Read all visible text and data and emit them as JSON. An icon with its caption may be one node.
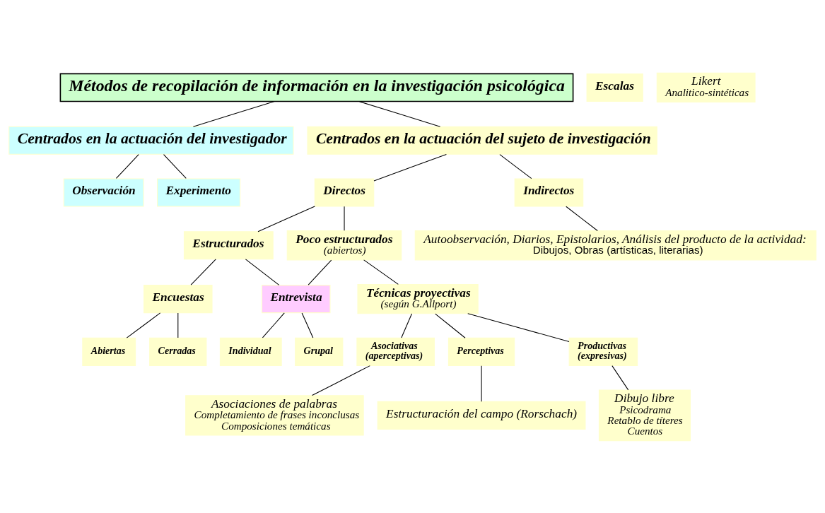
{
  "diagram": {
    "nodes": [
      {
        "text": [
          "Métodos de recopilación de información en la investigación psicológica"
        ]
      },
      {
        "text": [
          "Centrados en la actuación del investigador"
        ]
      },
      {
        "text": [
          "Centrados en la actuación del sujeto de investigación"
        ]
      },
      {
        "text": [
          "Observación"
        ]
      },
      {
        "text": [
          "Experimento"
        ]
      },
      {
        "text": [
          "Directos"
        ]
      },
      {
        "text": [
          "Indirectos"
        ]
      },
      {
        "text": [
          "Estructurados"
        ]
      },
      {
        "text": [
          "Poco estructurados",
          "(abiertos)"
        ]
      },
      {
        "text": [
          "Autoobservación, Diarios, Epistolarios, Análisis del producto de la actividad:",
          "Dibujos, Obras (artísticas, literarias)"
        ]
      },
      {
        "text": [
          "Encuestas"
        ]
      },
      {
        "text": [
          "Escalas"
        ]
      },
      {
        "text": [
          "Entrevista"
        ]
      },
      {
        "text": [
          "Técnicas proyectivas",
          "(según G.Allport)"
        ]
      },
      {
        "text": [
          "Abiertas"
        ]
      },
      {
        "text": [
          "Cerradas"
        ]
      },
      {
        "text": [
          "Likert",
          "Analitico-sintéticas"
        ]
      },
      {
        "text": [
          "Individual"
        ]
      },
      {
        "text": [
          "Grupal"
        ]
      },
      {
        "text": [
          "Asociativas",
          "(aperceptivas)"
        ]
      },
      {
        "text": [
          "Perceptivas"
        ]
      },
      {
        "text": [
          "Productivas",
          "(expresivas)"
        ]
      },
      {
        "text": [
          "Asociaciones de palabras",
          "Completamiento de frases inconclusas",
          "Composiciones temáticas"
        ]
      },
      {
        "text": [
          "Estructuración del campo (Rorschach)"
        ]
      },
      {
        "text": [
          "Dibujo libre",
          "Psicodrama",
          "Retablo de títeres",
          "Cuentos"
        ]
      }
    ],
    "edges": [
      {
        "from": 0,
        "to": 1,
        "arrow": "none"
      },
      {
        "from": 0,
        "to": 2,
        "arrow": "none"
      },
      {
        "from": 1,
        "to": 3,
        "arrow": "none"
      },
      {
        "from": 1,
        "to": 4,
        "arrow": "none"
      },
      {
        "from": 2,
        "to": 5,
        "arrow": "none"
      },
      {
        "from": 2,
        "to": 6,
        "arrow": "none"
      },
      {
        "from": 5,
        "to": 7,
        "arrow": "none"
      },
      {
        "from": 5,
        "to": 8,
        "arrow": "none"
      },
      {
        "from": 6,
        "to": 9,
        "arrow": "none"
      },
      {
        "from": 7,
        "to": 10,
        "arrow": "none"
      },
      {
        "from": 7,
        "to": 12,
        "arrow": "none"
      },
      {
        "from": 8,
        "to": 12,
        "arrow": "none"
      },
      {
        "from": 8,
        "to": 13,
        "arrow": "none"
      },
      {
        "from": 10,
        "to": 14,
        "arrow": "none"
      },
      {
        "from": 10,
        "to": 15,
        "arrow": "none"
      },
      {
        "from": 12,
        "to": 17,
        "arrow": "none"
      },
      {
        "from": 12,
        "to": 18,
        "arrow": "none"
      },
      {
        "from": 13,
        "to": 19,
        "arrow": "none"
      },
      {
        "from": 13,
        "to": 20,
        "arrow": "none"
      },
      {
        "from": 13,
        "to": 21,
        "arrow": "none"
      },
      {
        "from": 19,
        "to": 22,
        "arrow": "none"
      },
      {
        "from": 20,
        "to": 23,
        "arrow": "none"
      },
      {
        "from": 21,
        "to": 24,
        "arrow": "none"
      }
    ]
  }
}
